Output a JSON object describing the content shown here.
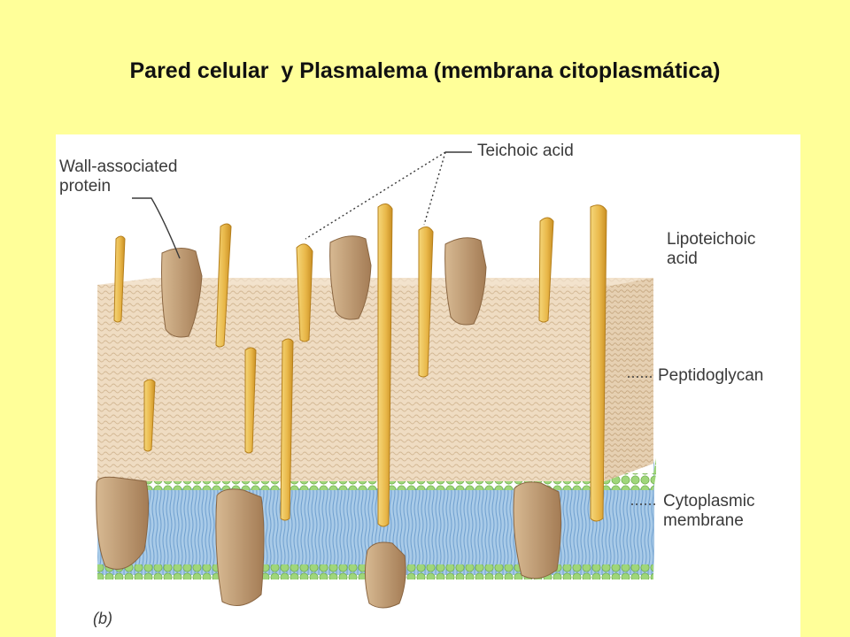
{
  "slide": {
    "title": "Pared celular  y Plasmalema (membrana citoplasmática)"
  },
  "figure": {
    "panel_label": "(b)",
    "labels": {
      "wall_associated_protein": "Wall-associated\nprotein",
      "teichoic_acid": "Teichoic acid",
      "lipoteichoic_acid": "Lipoteichoic\nacid",
      "peptidoglycan": "Peptidoglycan",
      "cytoplasmic_membrane": "Cytoplasmic\nmembrane"
    },
    "colors": {
      "background": "#ffff99",
      "peptidoglycan": "#efdcc2",
      "teichoic": "#e9b84a",
      "protein": "#c19a72",
      "lipid_head": "#9fd67a",
      "lipid_tail": "#a9cbe8"
    }
  }
}
